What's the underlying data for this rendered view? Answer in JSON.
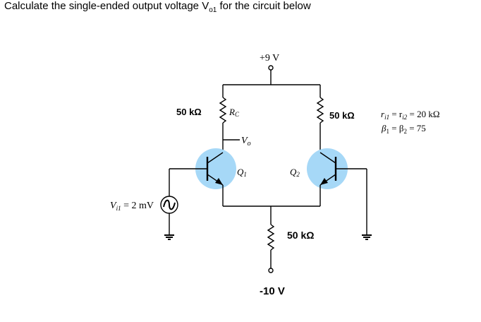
{
  "question": {
    "prefix": "Calculate the single-ended output voltage V",
    "sub": "o1",
    "suffix": " for the circuit below"
  },
  "circuit": {
    "vcc": "+9 V",
    "vee": "-10 V",
    "rc1_value": "50 kΩ",
    "rc1_label": "R",
    "rc1_label_sub": "C",
    "rc2_value": "50 kΩ",
    "re_value": "50 kΩ",
    "output": "V",
    "output_sub": "o",
    "q1": "Q",
    "q1_sub": "1",
    "q2": "Q",
    "q2_sub": "2",
    "input_label": "V",
    "input_sub": "i1",
    "input_value": " = 2 mV",
    "params": {
      "line1": "r",
      "line1_sub1": "i1",
      "line1_mid": " = r",
      "line1_sub2": "i2",
      "line1_val": " = 20 kΩ",
      "line2": "β",
      "line2_sub1": "1",
      "line2_mid": " = β",
      "line2_sub2": "2",
      "line2_val": " = 75"
    }
  },
  "colors": {
    "transistor_fill": "#a6d8f7",
    "wire": "#000000"
  }
}
